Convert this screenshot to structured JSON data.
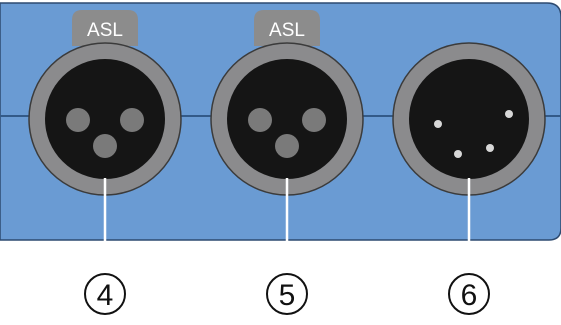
{
  "panel": {
    "colors": {
      "panel_fill": "#6a9bd3",
      "panel_edge": "#2d4a70",
      "divider": "#335a88",
      "ring": "#8b8b8d",
      "ring_edge": "#3b3b3b",
      "socket": "#151515",
      "pin_hole": "#7a7a7a",
      "pin_small": "#d7d7d7",
      "tab": "#8c8c8c",
      "tab_text": "#ffffff",
      "callout_line": "#ffffff",
      "callout_circle": "#111111"
    },
    "connectors": [
      {
        "id": "c4",
        "tab_label": "ASL",
        "number": "4",
        "type": "female",
        "pin_count": 3
      },
      {
        "id": "c5",
        "tab_label": "ASL",
        "number": "5",
        "type": "female",
        "pin_count": 3
      },
      {
        "id": "c6",
        "tab_label": "",
        "number": "6",
        "type": "male",
        "pin_count": 4
      }
    ]
  }
}
